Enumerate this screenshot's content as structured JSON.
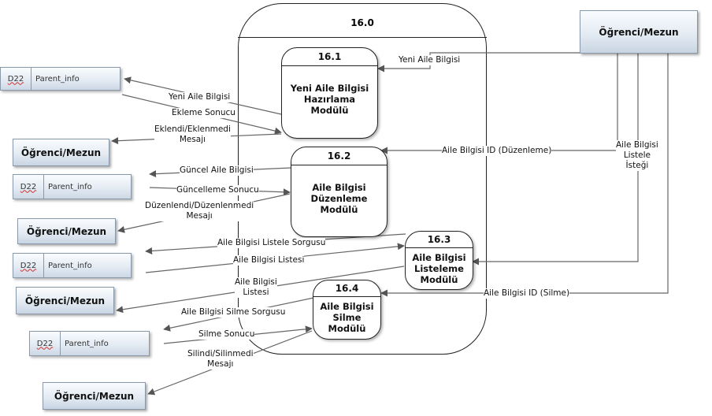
{
  "outer_process": {
    "id": "16.0"
  },
  "external_entities": {
    "top_right": "Öğrenci/Mezun",
    "e1": "Öğrenci/Mezun",
    "e2": "Öğrenci/Mezun",
    "e3": "Öğrenci/Mezun",
    "e4": "Öğrenci/Mezun"
  },
  "data_stores": [
    {
      "id": "D22",
      "name": "Parent_info"
    },
    {
      "id": "D22",
      "name": "Parent_info"
    },
    {
      "id": "D22",
      "name": "Parent_info"
    },
    {
      "id": "D22",
      "name": "Parent_info"
    }
  ],
  "processes": [
    {
      "id": "16.1",
      "name_lines": [
        "Yeni Aile Bilgisi",
        "Hazırlama",
        "Modülü"
      ]
    },
    {
      "id": "16.2",
      "name_lines": [
        "Aile Bilgisi",
        "Düzenleme",
        "Modülü"
      ]
    },
    {
      "id": "16.3",
      "name_lines": [
        "Aile Bilgisi",
        "Listeleme",
        "Modülü"
      ]
    },
    {
      "id": "16.4",
      "name_lines": [
        "Aile Bilgisi",
        "Silme",
        "Modülü"
      ]
    }
  ],
  "flows": {
    "yeni_aile_in": "Yeni Aile Bilgisi",
    "yeni_aile_store": "Yeni Aile Bilgisi",
    "ekleme_sonucu": "Ekleme Sonucu",
    "eklendi_msg_1": "Eklendi/Eklenmedi",
    "eklendi_msg_2": "Mesajı",
    "id_duzenleme": "Aile Bilgisi ID (Düzenleme)",
    "guncel": "Güncel Aile Bilgisi",
    "guncelleme_sonucu": "Güncelleme Sonucu",
    "duzenlendi_msg_1": "Düzenlendi/Düzenlenmedi",
    "duzenlendi_msg_2": "Mesajı",
    "listele_istegi_1": "Aile Bilgisi",
    "listele_istegi_2": "Listele",
    "listele_istegi_3": "İsteği",
    "listele_sorgusu": "Aile Bilgisi  Listele Sorgusu",
    "listesi_store": "Aile Bilgisi  Listesi",
    "listesi_out_1": "Aile Bilgisi",
    "listesi_out_2": "Listesi",
    "id_silme": "Aile Bilgisi ID (Silme)",
    "silme_sorgusu": "Aile Bilgisi  Silme Sorgusu",
    "silme_sonucu": "Silme Sonucu",
    "silindi_msg_1": "Silindi/Silinmedi",
    "silindi_msg_2": "Mesajı"
  }
}
